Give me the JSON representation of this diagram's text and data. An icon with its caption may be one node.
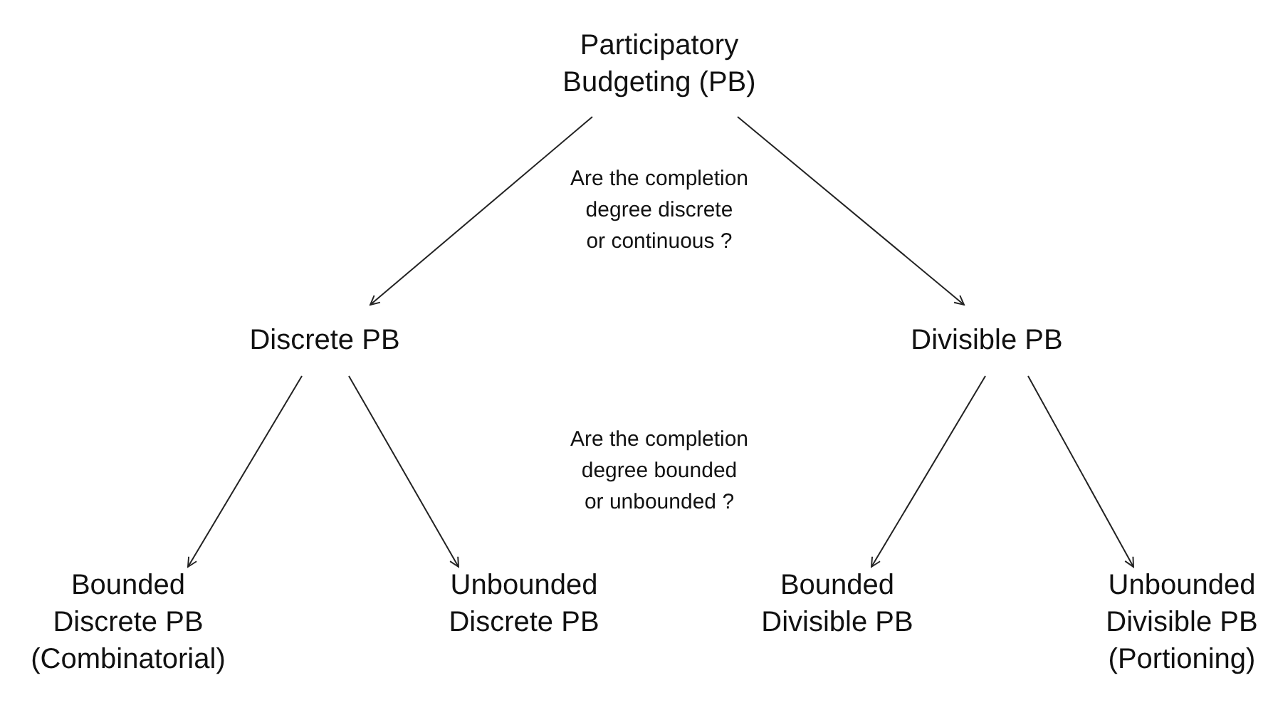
{
  "diagram": {
    "nodes": [
      {
        "text": [
          "Participatory Budgeting (PB)"
        ]
      },
      {
        "text": [
          "Discrete PB"
        ]
      },
      {
        "text": [
          "Divisible PB"
        ]
      },
      {
        "text": [
          "Bounded Discrete PB (Combinatorial)"
        ]
      },
      {
        "text": [
          "Unbounded Discrete PB"
        ]
      },
      {
        "text": [
          "Bounded Divisible PB"
        ]
      },
      {
        "text": [
          "Unbounded Divisible PB (Portioning)"
        ]
      }
    ],
    "edges": [
      {
        "from": 0,
        "to": 1,
        "arrow": "to"
      },
      {
        "from": 0,
        "to": 2,
        "arrow": "to"
      },
      {
        "from": 1,
        "to": 3,
        "arrow": "to"
      },
      {
        "from": 1,
        "to": 4,
        "arrow": "to"
      },
      {
        "from": 2,
        "to": 5,
        "arrow": "to"
      },
      {
        "from": 2,
        "to": 6,
        "arrow": "to"
      }
    ],
    "labels": [
      "Are the completion degree discrete or continuous ?",
      "Are the completion degree bounded or unbounded ?"
    ]
  }
}
